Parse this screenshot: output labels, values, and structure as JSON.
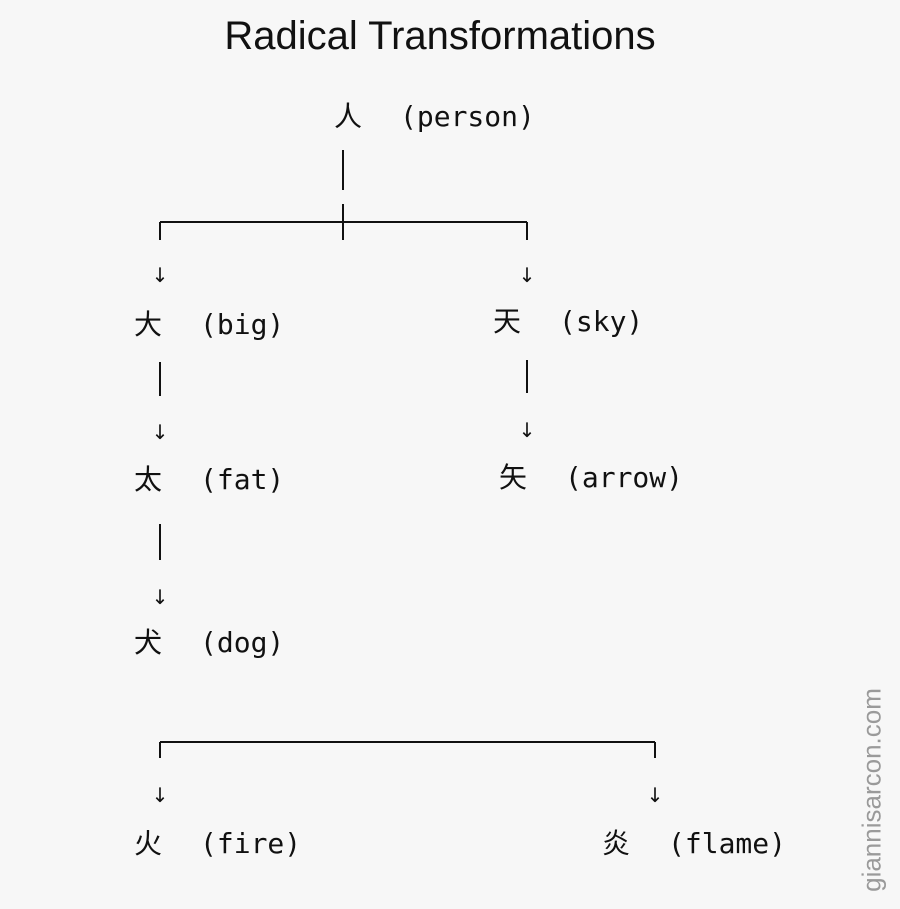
{
  "title": "Radical Transformations",
  "nodes": {
    "person": {
      "char": "人",
      "gloss": "(person)"
    },
    "big": {
      "char": "大",
      "gloss": "(big)"
    },
    "sky": {
      "char": "天",
      "gloss": "(sky)"
    },
    "fat": {
      "char": "太",
      "gloss": "(fat)"
    },
    "arrow": {
      "char": "矢",
      "gloss": "(arrow)"
    },
    "dog": {
      "char": "犬",
      "gloss": "(dog)"
    },
    "fire": {
      "char": "火",
      "gloss": "(fire)"
    },
    "flame": {
      "char": "炎",
      "gloss": "(flame)"
    }
  },
  "arrow_glyph": "↓",
  "watermark": "giannisarcon.com"
}
